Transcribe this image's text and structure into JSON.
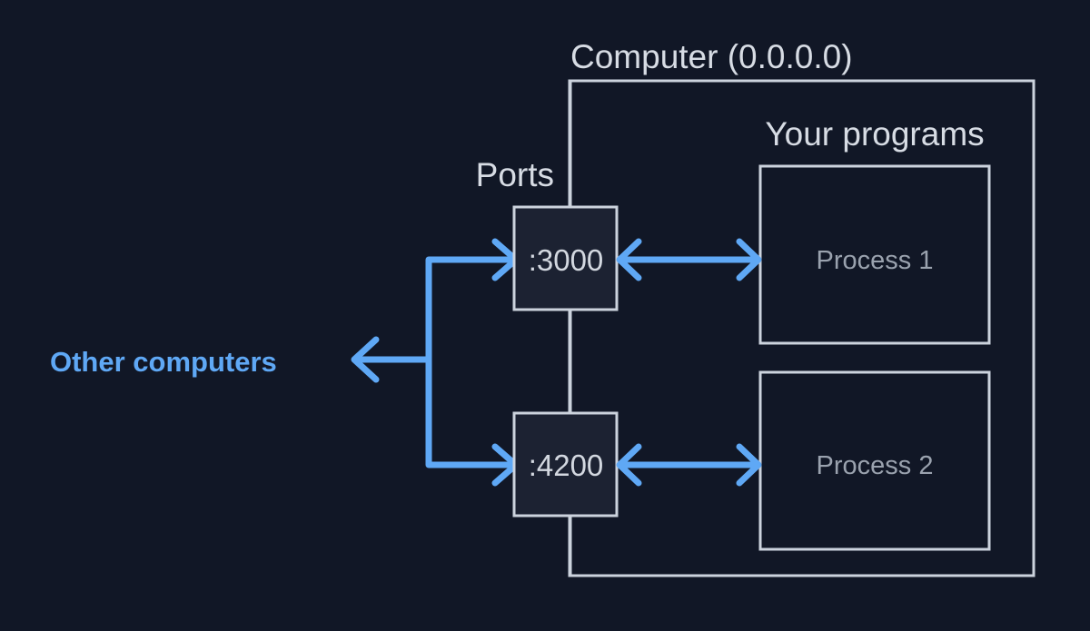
{
  "diagram": {
    "title": "Computer (0.0.0.0)",
    "background_color": "#111726",
    "accent_color": "#5fa8f5",
    "outline_color": "#ccd3dd",
    "labels": {
      "ports_group": "Ports",
      "programs_group": "Your programs",
      "external": "Other computers"
    },
    "ports": [
      {
        "label": ":3000"
      },
      {
        "label": ":4200"
      }
    ],
    "processes": [
      {
        "label": "Process 1"
      },
      {
        "label": "Process 2"
      }
    ],
    "connections": [
      {
        "from": "Other computers",
        "to": ":3000",
        "direction": "in"
      },
      {
        "from": "Other computers",
        "to": ":4200",
        "direction": "in"
      },
      {
        "from": ":3000",
        "to": "Process 1",
        "direction": "bidirectional"
      },
      {
        "from": ":4200",
        "to": "Process 2",
        "direction": "bidirectional"
      }
    ]
  }
}
